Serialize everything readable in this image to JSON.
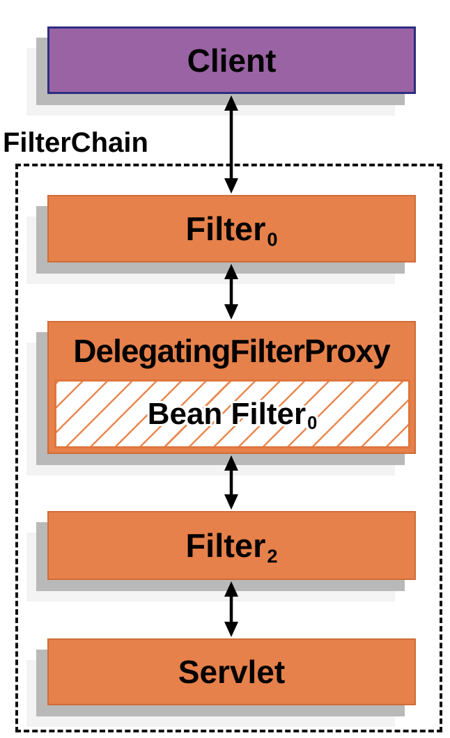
{
  "diagram": {
    "container_title": "FilterChain",
    "nodes": {
      "client": {
        "label": "Client"
      },
      "filter0": {
        "label": "Filter",
        "subscript": "0"
      },
      "proxy": {
        "label": "DelegatingFilterProxy"
      },
      "bean_filter": {
        "label": "Bean Filter",
        "subscript": "0"
      },
      "filter2": {
        "label": "Filter",
        "subscript": "2"
      },
      "servlet": {
        "label": "Servlet"
      }
    },
    "colors": {
      "client_fill": "#9a63a3",
      "client_border": "#2c2e80",
      "filter_fill": "#e6814b",
      "filter_border": "#cf6c38",
      "hatch_line": "#ea8750",
      "hatch_box_border": "#e0753e",
      "shadow": "#b9b9b9",
      "shadow_light": "#f3f3f3",
      "container_border": "#111111",
      "arrow": "#000000",
      "text": "#000000"
    }
  }
}
